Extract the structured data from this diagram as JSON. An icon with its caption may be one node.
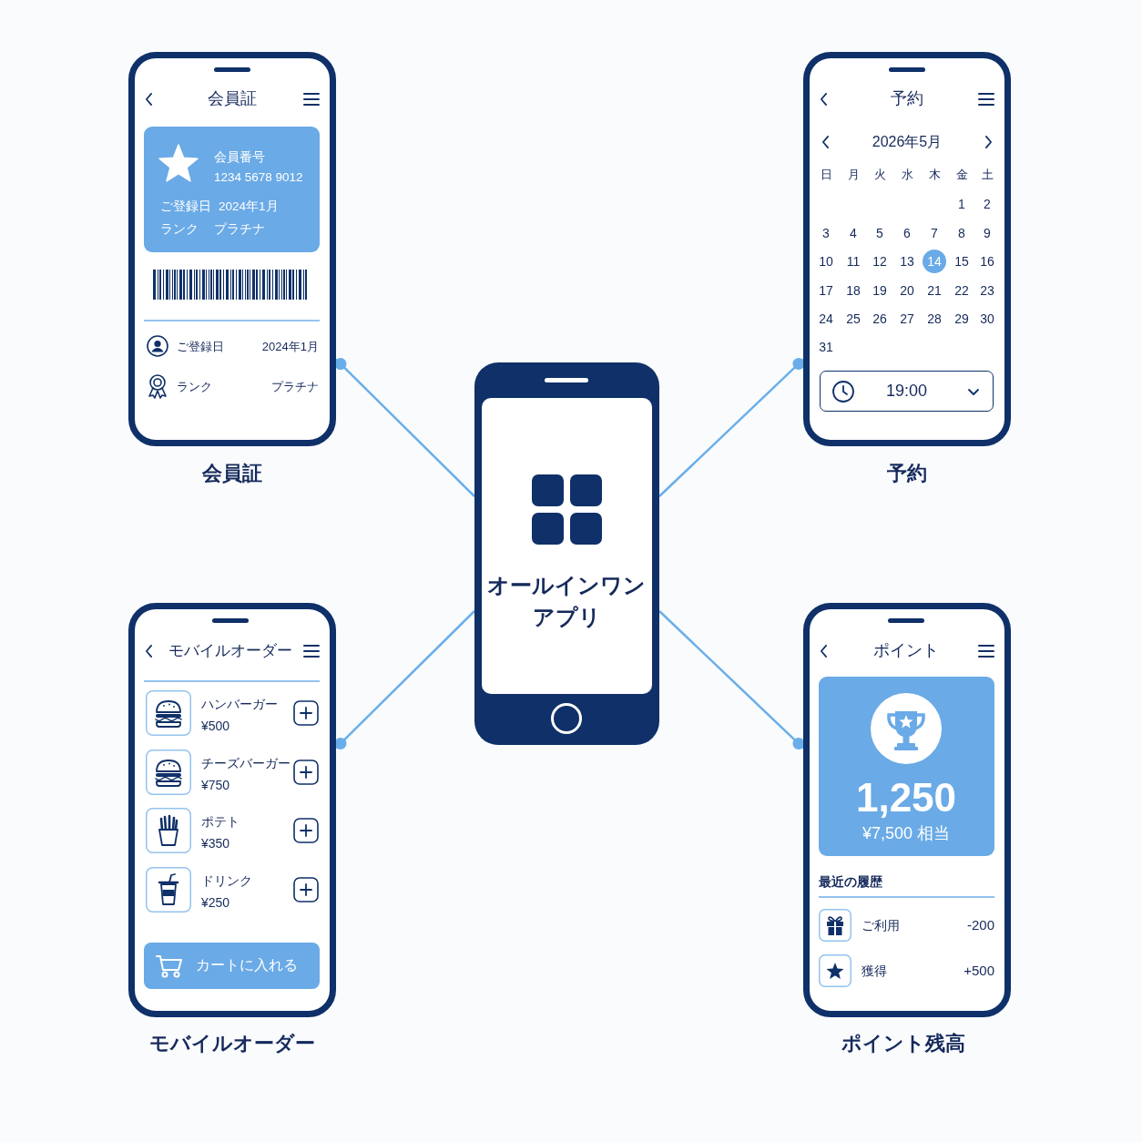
{
  "diagram": {
    "nodes": [
      {
        "text": [
          "会員証",
          "ご登録日",
          "2024年1月",
          "ランク",
          "プラチナ"
        ],
        "beside": [
          "会員証"
        ]
      },
      {
        "text": [
          "会員番号",
          "1234 5678 9012",
          "ご登録日",
          "2024年1月",
          "ランク",
          "プラチナ"
        ],
        "in": 0
      },
      {
        "text": [
          "予約",
          "2026年5月",
          "日",
          "月",
          "火",
          "水",
          "木",
          "金",
          "土",
          "1",
          "2",
          "3",
          "4",
          "5",
          "6",
          "7",
          "8",
          "9",
          "10",
          "11",
          "12",
          "13",
          "15",
          "16",
          "17",
          "18",
          "19",
          "20",
          "21",
          "22",
          "23",
          "24",
          "25",
          "26",
          "27",
          "28",
          "29",
          "30",
          "31"
        ],
        "beside": [
          "予約"
        ]
      },
      {
        "text": [
          "14"
        ],
        "in": 2
      },
      {
        "text": [
          "19:00"
        ],
        "in": 2
      },
      {
        "text": [
          "オールインワンアプリ"
        ]
      },
      {
        "text": [
          "モバイルオーダー",
          "ハンバーガー",
          "¥500",
          "チーズバーガー",
          "¥750",
          "ポテト",
          "¥350",
          "ドリンク",
          "¥250"
        ],
        "beside": [
          "モバイルオーダー"
        ]
      },
      {
        "text": [
          "カートに入れる"
        ],
        "in": 6
      },
      {
        "text": [
          "ポイント",
          "最近の履歴",
          "ご利用",
          "-200",
          "獲得",
          "+500"
        ],
        "beside": [
          "ポイント残高"
        ]
      },
      {
        "text": [
          "1,250",
          "¥7,500 相当"
        ],
        "in": 8
      }
    ],
    "edges": [
      {
        "from": 5,
        "to": 0,
        "arrow": "other"
      },
      {
        "from": 5,
        "to": 2,
        "arrow": "other"
      },
      {
        "from": 5,
        "to": 6,
        "arrow": "other"
      },
      {
        "from": 5,
        "to": 8,
        "arrow": "other"
      }
    ]
  }
}
